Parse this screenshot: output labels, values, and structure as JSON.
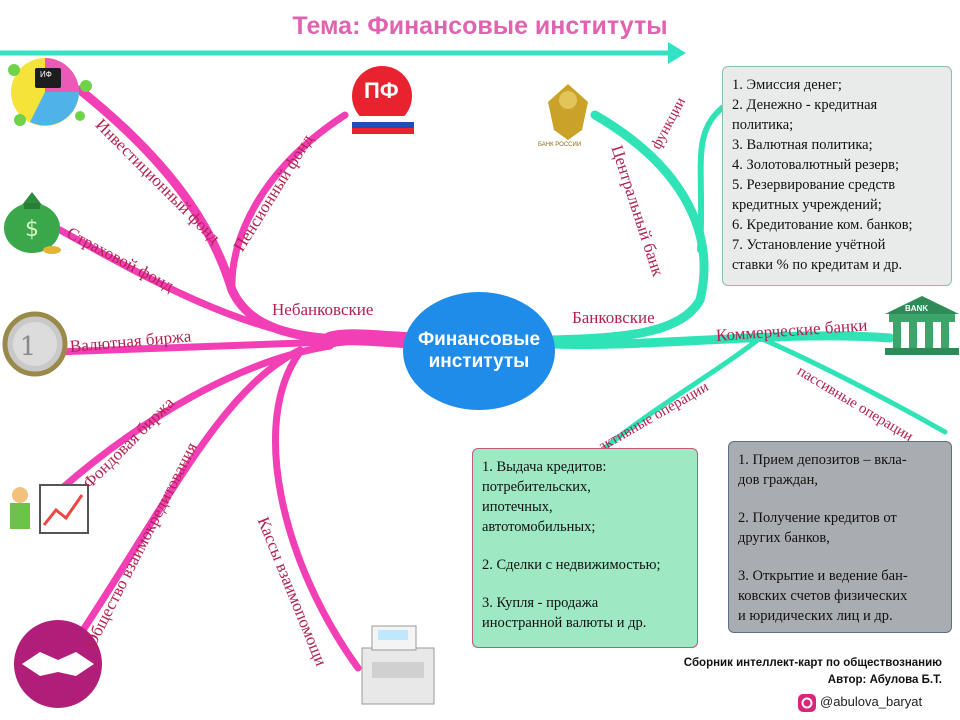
{
  "title": "Тема: Финансовые институты",
  "center": {
    "line1": "Финансовые",
    "line2": "институты"
  },
  "nonbank": {
    "label": "Небанковские",
    "items": [
      "Инвестиционный фонд",
      "Пенсионный фонд",
      "Страховой фонд",
      "Валютная биржа",
      "Фондовая биржа",
      "Общество взаимокредитования",
      "Кассы взаимопомощи"
    ]
  },
  "bank": {
    "label": "Банковские",
    "central": "Центральный банк",
    "functions_label": "функции",
    "functions": [
      "1. Эмиссия денег;",
      "2. Денежно - кредитная\nполитика;",
      "3. Валютная политика;",
      "4. Золотовалютный резерв;",
      "5. Резервирование средств\nкредитных учреждений;",
      "6. Кредитование ком. банков;",
      "7. Установление учётной\nставки % по кредитам и др."
    ],
    "commercial": "Коммерческие банки",
    "active_label": "активные операции",
    "active": [
      "1. Выдача кредитов:\nпотребительских,\nипотечных,\nавтотомобильных;",
      "2. Сделки с недвижимостью;",
      "3. Купля - продажа\nиностранной валюты и др."
    ],
    "passive_label": "пассивные операции",
    "passive": [
      "1. Прием депозитов – вкла-\nдов граждан,",
      "2. Получение кредитов от\nдругих банков,",
      "3. Открытие и ведение бан-\nковских счетов физических\nи юридических лиц и др."
    ]
  },
  "icons": {
    "bank_russia_text": "БАНК РОССИИ",
    "bank_sign": "BANK",
    "pf_logo_text": "ПФ",
    "briefcase_text": "ИФ"
  },
  "credits": {
    "line1": "Сборник интеллект-карт по обществознанию",
    "line2": "Автор: Абулова Б.Т.",
    "handle": "@abulova_baryat"
  },
  "colors": {
    "pink": "#f23fb6",
    "teal": "#2fe3b6",
    "center": "#1e8ce8",
    "title": "#e062b0",
    "label": "#b2224f",
    "functions_box": "#e9ebea",
    "active_box": "#9ee8c4",
    "passive_box": "#a9acb0"
  }
}
